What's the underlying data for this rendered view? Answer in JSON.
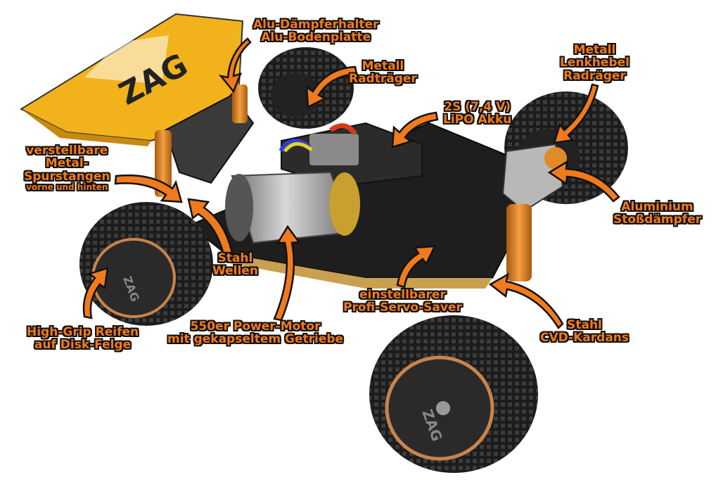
{
  "labels": {
    "alu": {
      "line1": "Alu-Dämpferhalter",
      "line2": "Alu-Bodenplatte"
    },
    "radtraeger": {
      "line1": "Metall",
      "line2": "Radträger"
    },
    "lenkhebel": {
      "line1": "Metall",
      "line2": "Lenkhebel",
      "line3": "Radräger"
    },
    "akku": {
      "line1": "2S (7,4 V)",
      "line2": "LiPO Akku"
    },
    "spurstangen": {
      "line1": "verstellbare",
      "line2": "Metal-",
      "line3": "Spurstangen",
      "line4": "vorne und hinten"
    },
    "stossdaempfer": {
      "line1": "Aluminium",
      "line2": "Stoßdämpfer"
    },
    "wellen": {
      "line1": "Stahl",
      "line2": "Wellen"
    },
    "servo": {
      "line1": "einstellbarer",
      "line2": "Profi-Servo-Saver"
    },
    "kardans": {
      "line1": "Stahl",
      "line2": "CVD-Kardans"
    },
    "reifen": {
      "line1": "High-Grip Reifen",
      "line2": "auf Disk-Felge"
    },
    "motor": {
      "line1": "550er Power-Motor",
      "line2": "mit gekapseltem Getriebe"
    }
  },
  "wing_graphic_text": "ZAG",
  "rim_text": "ZAG",
  "colors": {
    "label": "#f07a1e",
    "outline": "#111111",
    "body_yellow": "#f2b21c",
    "tire": "#1c1c1c",
    "chassis": "#222222",
    "shock_orange": "#e08a2a"
  }
}
